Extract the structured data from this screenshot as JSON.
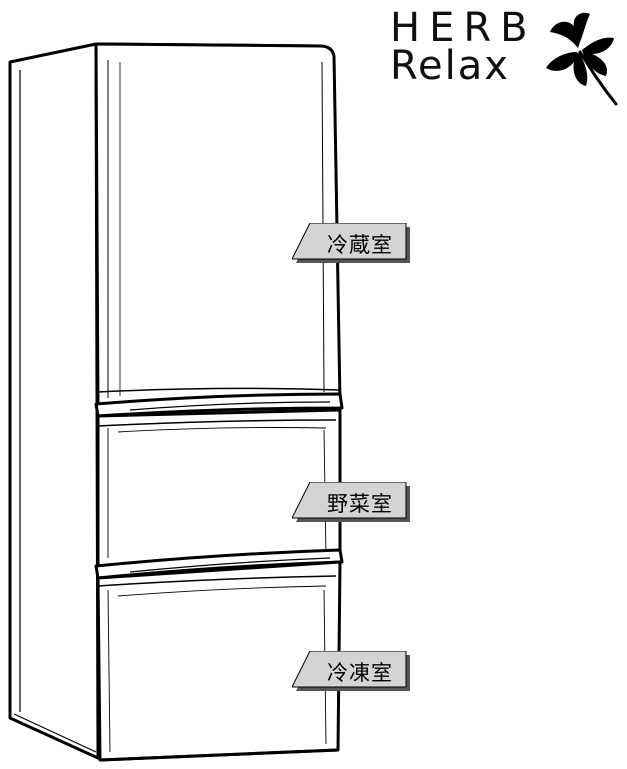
{
  "brand": {
    "line1": "HERB",
    "line2": "Relax",
    "logo_icon": "herb-leaves-icon"
  },
  "compartments": [
    {
      "label": "冷蔵室"
    },
    {
      "label": "野菜室"
    },
    {
      "label": "冷凍室"
    }
  ],
  "colors": {
    "outline": "#000000",
    "body_fill": "#ffffff",
    "label_fill": "#d4d4d4",
    "label_shadow": "#555555"
  }
}
